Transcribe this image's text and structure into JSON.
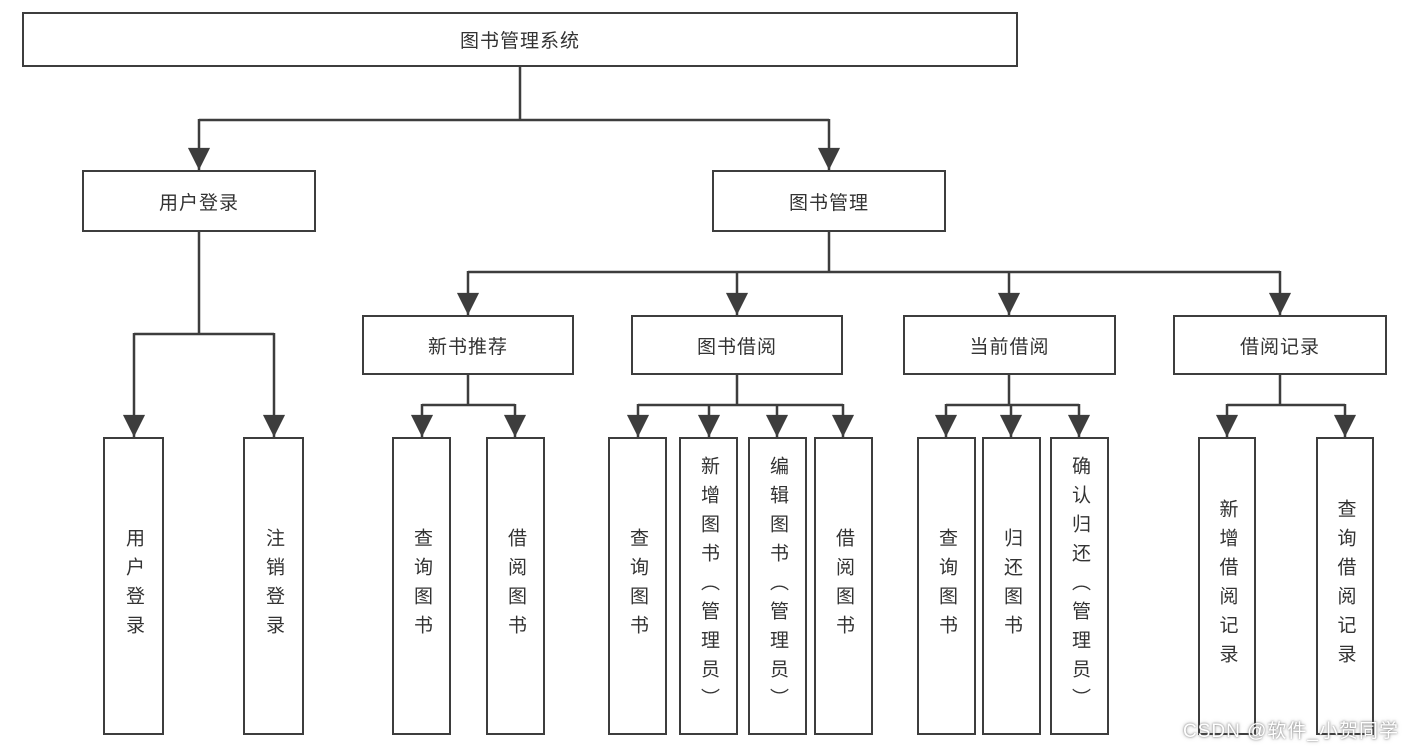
{
  "title": "图书管理系统",
  "watermark": "CSDN @软件_小贺同学",
  "colors": {
    "line": "#3d3d3d",
    "text": "#333333",
    "background": "#ffffff"
  },
  "tree": {
    "root": {
      "label": "图书管理系统",
      "children": [
        {
          "label": "用户登录",
          "children": [
            {
              "label": "用户登录"
            },
            {
              "label": "注销登录"
            }
          ]
        },
        {
          "label": "图书管理",
          "children": [
            {
              "label": "新书推荐",
              "children": [
                {
                  "label": "查询图书"
                },
                {
                  "label": "借阅图书"
                }
              ]
            },
            {
              "label": "图书借阅",
              "children": [
                {
                  "label": "查询图书"
                },
                {
                  "label": "新增图书（管理员）"
                },
                {
                  "label": "编辑图书（管理员）"
                },
                {
                  "label": "借阅图书"
                }
              ]
            },
            {
              "label": "当前借阅",
              "children": [
                {
                  "label": "查询图书"
                },
                {
                  "label": "归还图书"
                },
                {
                  "label": "确认归还（管理员）"
                }
              ]
            },
            {
              "label": "借阅记录",
              "children": [
                {
                  "label": "新增借阅记录"
                },
                {
                  "label": "查询借阅记录"
                }
              ]
            }
          ]
        }
      ]
    }
  }
}
